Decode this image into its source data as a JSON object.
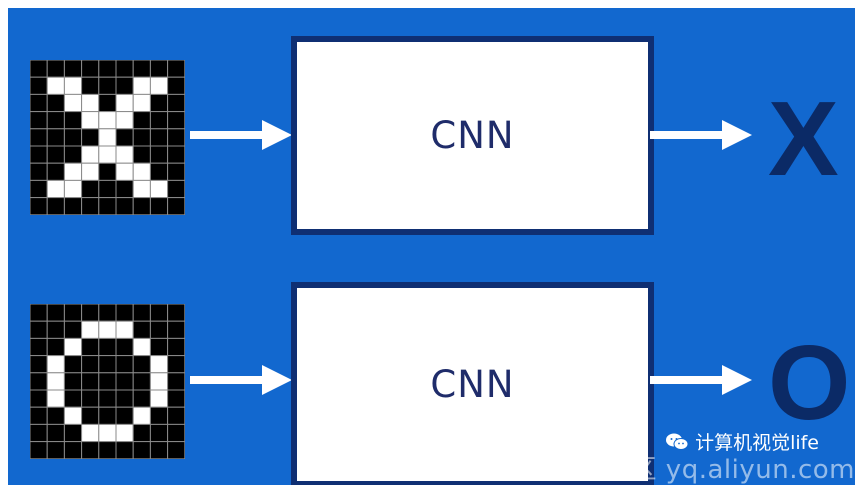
{
  "diagram": {
    "rows": [
      {
        "input_name": "x-input-grid",
        "pattern": [
          "000000000",
          "011000110",
          "001101100",
          "000111000",
          "000010000",
          "000111000",
          "001101100",
          "011000110",
          "000000000"
        ],
        "model_label": "CNN",
        "output_label": "X"
      },
      {
        "input_name": "o-input-grid",
        "pattern": [
          "000000000",
          "000111000",
          "001000100",
          "010000010",
          "010000010",
          "010000010",
          "001000100",
          "000111000",
          "000000000"
        ],
        "model_label": "CNN",
        "output_label": "O"
      }
    ]
  },
  "watermark": {
    "wechat_text": "计算机视觉life",
    "site_text": "云栖社区 yq.aliyun.com"
  },
  "colors": {
    "background": "#1268cf",
    "box_border": "#0f2f73",
    "output_text": "#0b2a66",
    "arrow": "#ffffff"
  }
}
